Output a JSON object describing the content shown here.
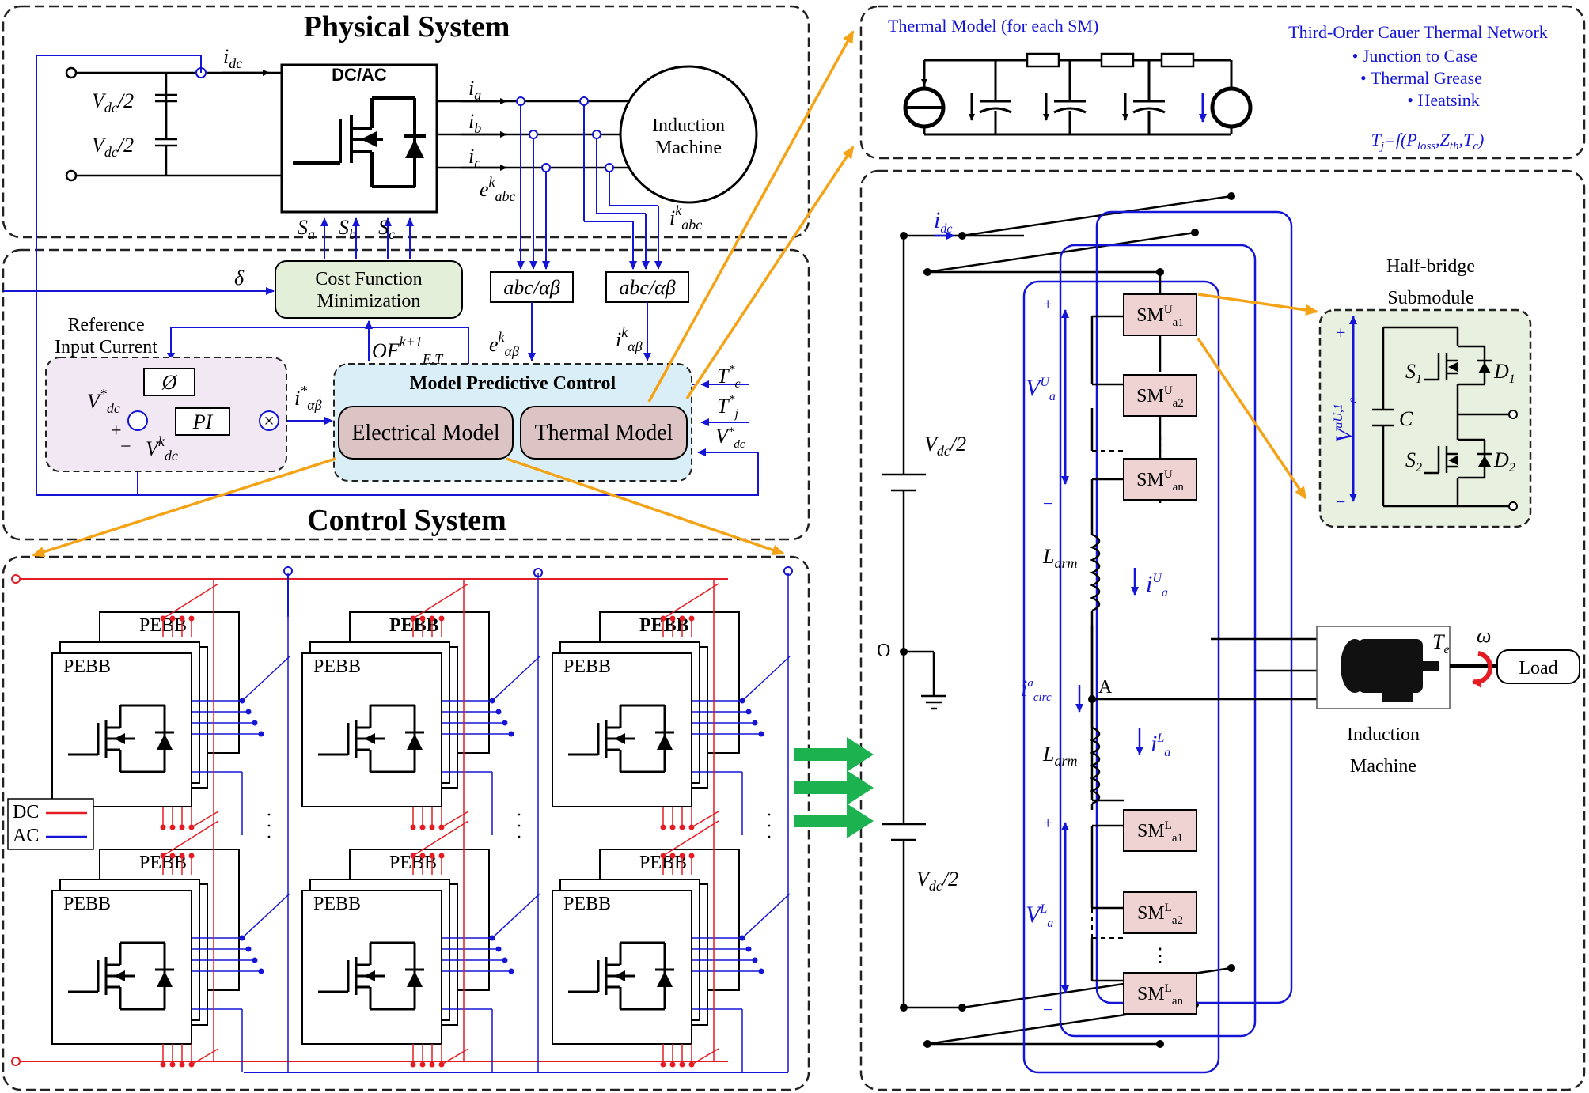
{
  "colors": {
    "dc_wire": "#e51c23",
    "ac_wire": "#1515d6",
    "arrow_orange": "#f5a316",
    "arrow_green": "#1bb24f",
    "mpc_fill": "#daeef7",
    "cost_fill": "#e3efd9",
    "ref_fill": "#f1e8f4",
    "model_fill": "#dcc4c4",
    "sm_fill": "#efd2d2",
    "hb_fill": "#e8f0e0",
    "load_arrow": "#e51c23"
  },
  "physical": {
    "title": "Physical System",
    "idc": "i",
    "idc_sub": "dc",
    "vdc_half_top": "V",
    "vdc_half_sub": "dc",
    "vdc_half_suffix": "/2",
    "converter": "DC/AC",
    "machine_line1": "Induction",
    "machine_line2": "Machine",
    "ia": "a",
    "ib": "b",
    "ic": "c",
    "sa": "a",
    "sb": "b",
    "sc": "c",
    "e_abc_sup": "k",
    "e_abc_sub": "abc",
    "i_abc_sup": "k",
    "i_abc_sub": "abc"
  },
  "control": {
    "title": "Control System",
    "delta": "δ",
    "cost_line1": "Cost Function",
    "cost_line2": "Minimization",
    "abc_ab_1": "abc/αβ",
    "abc_ab_2": "abc/αβ",
    "of_label": "OF",
    "of_sup": "k+1",
    "of_sub": "E,T",
    "e_ab_sup": "k",
    "e_ab_sub": "αβ",
    "i_ab_sup": "k",
    "i_ab_sub": "αβ",
    "ref_line1": "Reference",
    "ref_line2": "Input Current",
    "phi": "Ø",
    "pi": "PI",
    "vdc_star": "V",
    "vdc_star_sup": "*",
    "vdc_star_sub": "dc",
    "vdc_k": "V",
    "vdc_k_sup": "k",
    "vdc_k_sub": "dc",
    "plus": "+",
    "minus": "−",
    "i_star": "i",
    "i_star_sup": "*",
    "i_star_sub": "αβ",
    "mpc_title": "Model Predictive Control",
    "electrical_model": "Electrical Model",
    "thermal_model": "Thermal Model",
    "tc_star": "T",
    "tc_star_sup": "*",
    "tc_star_sub": "c",
    "tj_star": "T",
    "tj_star_sup": "*",
    "tj_star_sub": "j",
    "vdc_star2": "V",
    "vdc_star2_sup": "*",
    "vdc_star2_sub": "dc"
  },
  "thermal": {
    "title": "Thermal Model (for each SM)",
    "network_title": "Third-Order Cauer Thermal Network",
    "bullets": [
      "Junction to Case",
      "Thermal Grease",
      "Heatsink"
    ],
    "eq": "T",
    "eq_sub": "j",
    "eq_rest": "=f(P",
    "eq_loss": "loss",
    "eq_mid": ",Z",
    "eq_th": "th",
    "eq_mid2": ",T",
    "eq_c": "c",
    "eq_end": ")"
  },
  "pebb": {
    "label": "PEBB",
    "legend_dc": "DC",
    "legend_ac": "AC",
    "dots": "· · ·"
  },
  "mmc": {
    "idc": "i",
    "idc_sub": "dc",
    "vdc": "V",
    "vdc_sub": "dc",
    "vdc_suffix": "/2",
    "o": "O",
    "a": "A",
    "larm": "L",
    "larm_sub": "arm",
    "v_upper": "V",
    "v_upper_sup": "U",
    "v_upper_sub": "a",
    "v_lower": "V",
    "v_lower_sup": "L",
    "v_lower_sub": "a",
    "i_upper": "i",
    "i_upper_sup": "U",
    "i_upper_sub": "a",
    "i_lower": "i",
    "i_lower_sup": "L",
    "i_lower_sub": "a",
    "i_circ": "i",
    "i_circ_sup": "a",
    "i_circ_sub": "circ",
    "sm": "SM",
    "sm_upper": [
      {
        "sup": "U",
        "sub": "a1"
      },
      {
        "sup": "U",
        "sub": "a2"
      },
      {
        "sup": "U",
        "sub": "an"
      }
    ],
    "sm_lower": [
      {
        "sup": "L",
        "sub": "a1"
      },
      {
        "sup": "L",
        "sub": "a2"
      },
      {
        "sup": "L",
        "sub": "an"
      }
    ],
    "vdots": "⋮",
    "plus": "+",
    "minus": "−"
  },
  "halfbridge": {
    "title_line1": "Half-bridge",
    "title_line2": "Submodule",
    "s1": "S",
    "s1_sub": "1",
    "s2": "S",
    "s2_sub": "2",
    "d1": "D",
    "d1_sub": "1",
    "d2": "D",
    "d2_sub": "2",
    "c": "C",
    "vc": "V",
    "vc_sup": "aU,1",
    "vc_sub": "c",
    "plus": "+",
    "minus": "−"
  },
  "machine2": {
    "line1": "Induction",
    "line2": "Machine",
    "te": "T",
    "te_sub": "e",
    "omega": "ω",
    "load": "Load"
  }
}
